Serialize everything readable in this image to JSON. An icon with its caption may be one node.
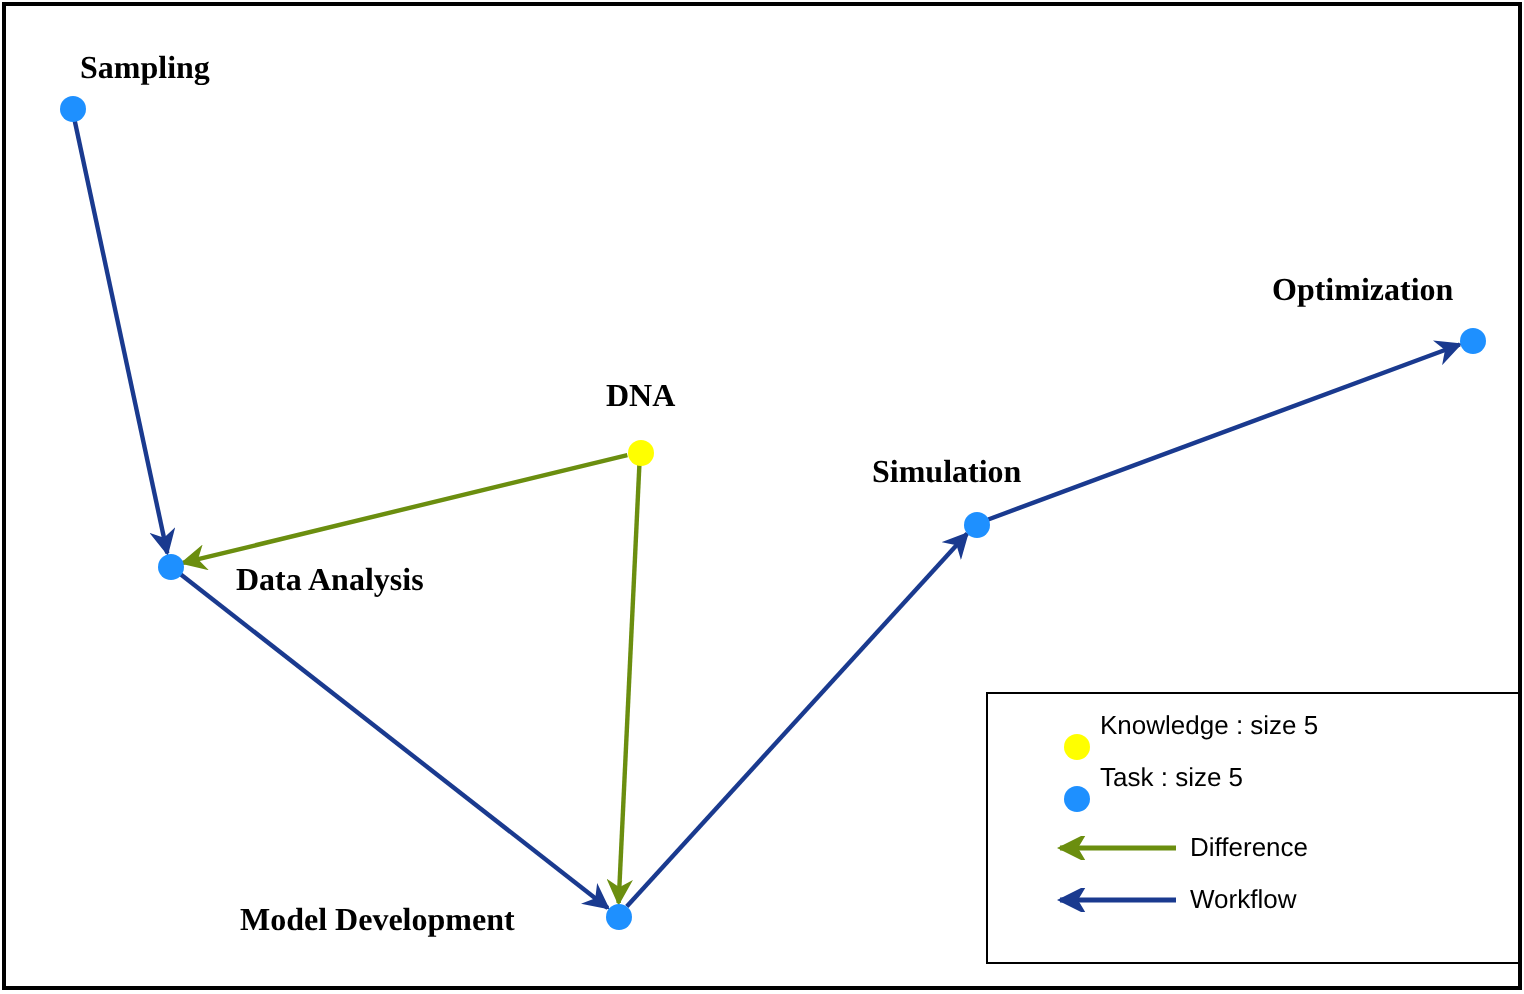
{
  "diagram": {
    "nodes": [
      {
        "text": [
          "Sampling"
        ]
      },
      {
        "text": [
          "DNA"
        ]
      },
      {
        "text": [
          "Data Analysis"
        ]
      },
      {
        "text": [
          "Model Development"
        ]
      },
      {
        "text": [
          "Simulation"
        ]
      },
      {
        "text": [
          "Optimization"
        ]
      }
    ],
    "edges": [
      {
        "from": 0,
        "to": 2,
        "arrow": "to"
      },
      {
        "from": 1,
        "to": 2,
        "arrow": "to",
        "color": "#6b8e0f"
      },
      {
        "from": 1,
        "to": 3,
        "arrow": "to",
        "color": "#6b8e0f"
      },
      {
        "from": 2,
        "to": 3,
        "arrow": "to"
      },
      {
        "from": 3,
        "to": 4,
        "arrow": "to"
      },
      {
        "from": 4,
        "to": 5,
        "arrow": "to"
      }
    ],
    "legend": [
      {
        "text": "Knowledge : size 5",
        "color": "#ffff00"
      },
      {
        "text": "Task : size 5",
        "color": "#1e90ff"
      },
      {
        "text": "Difference"
      },
      {
        "text": "Workflow"
      }
    ]
  }
}
